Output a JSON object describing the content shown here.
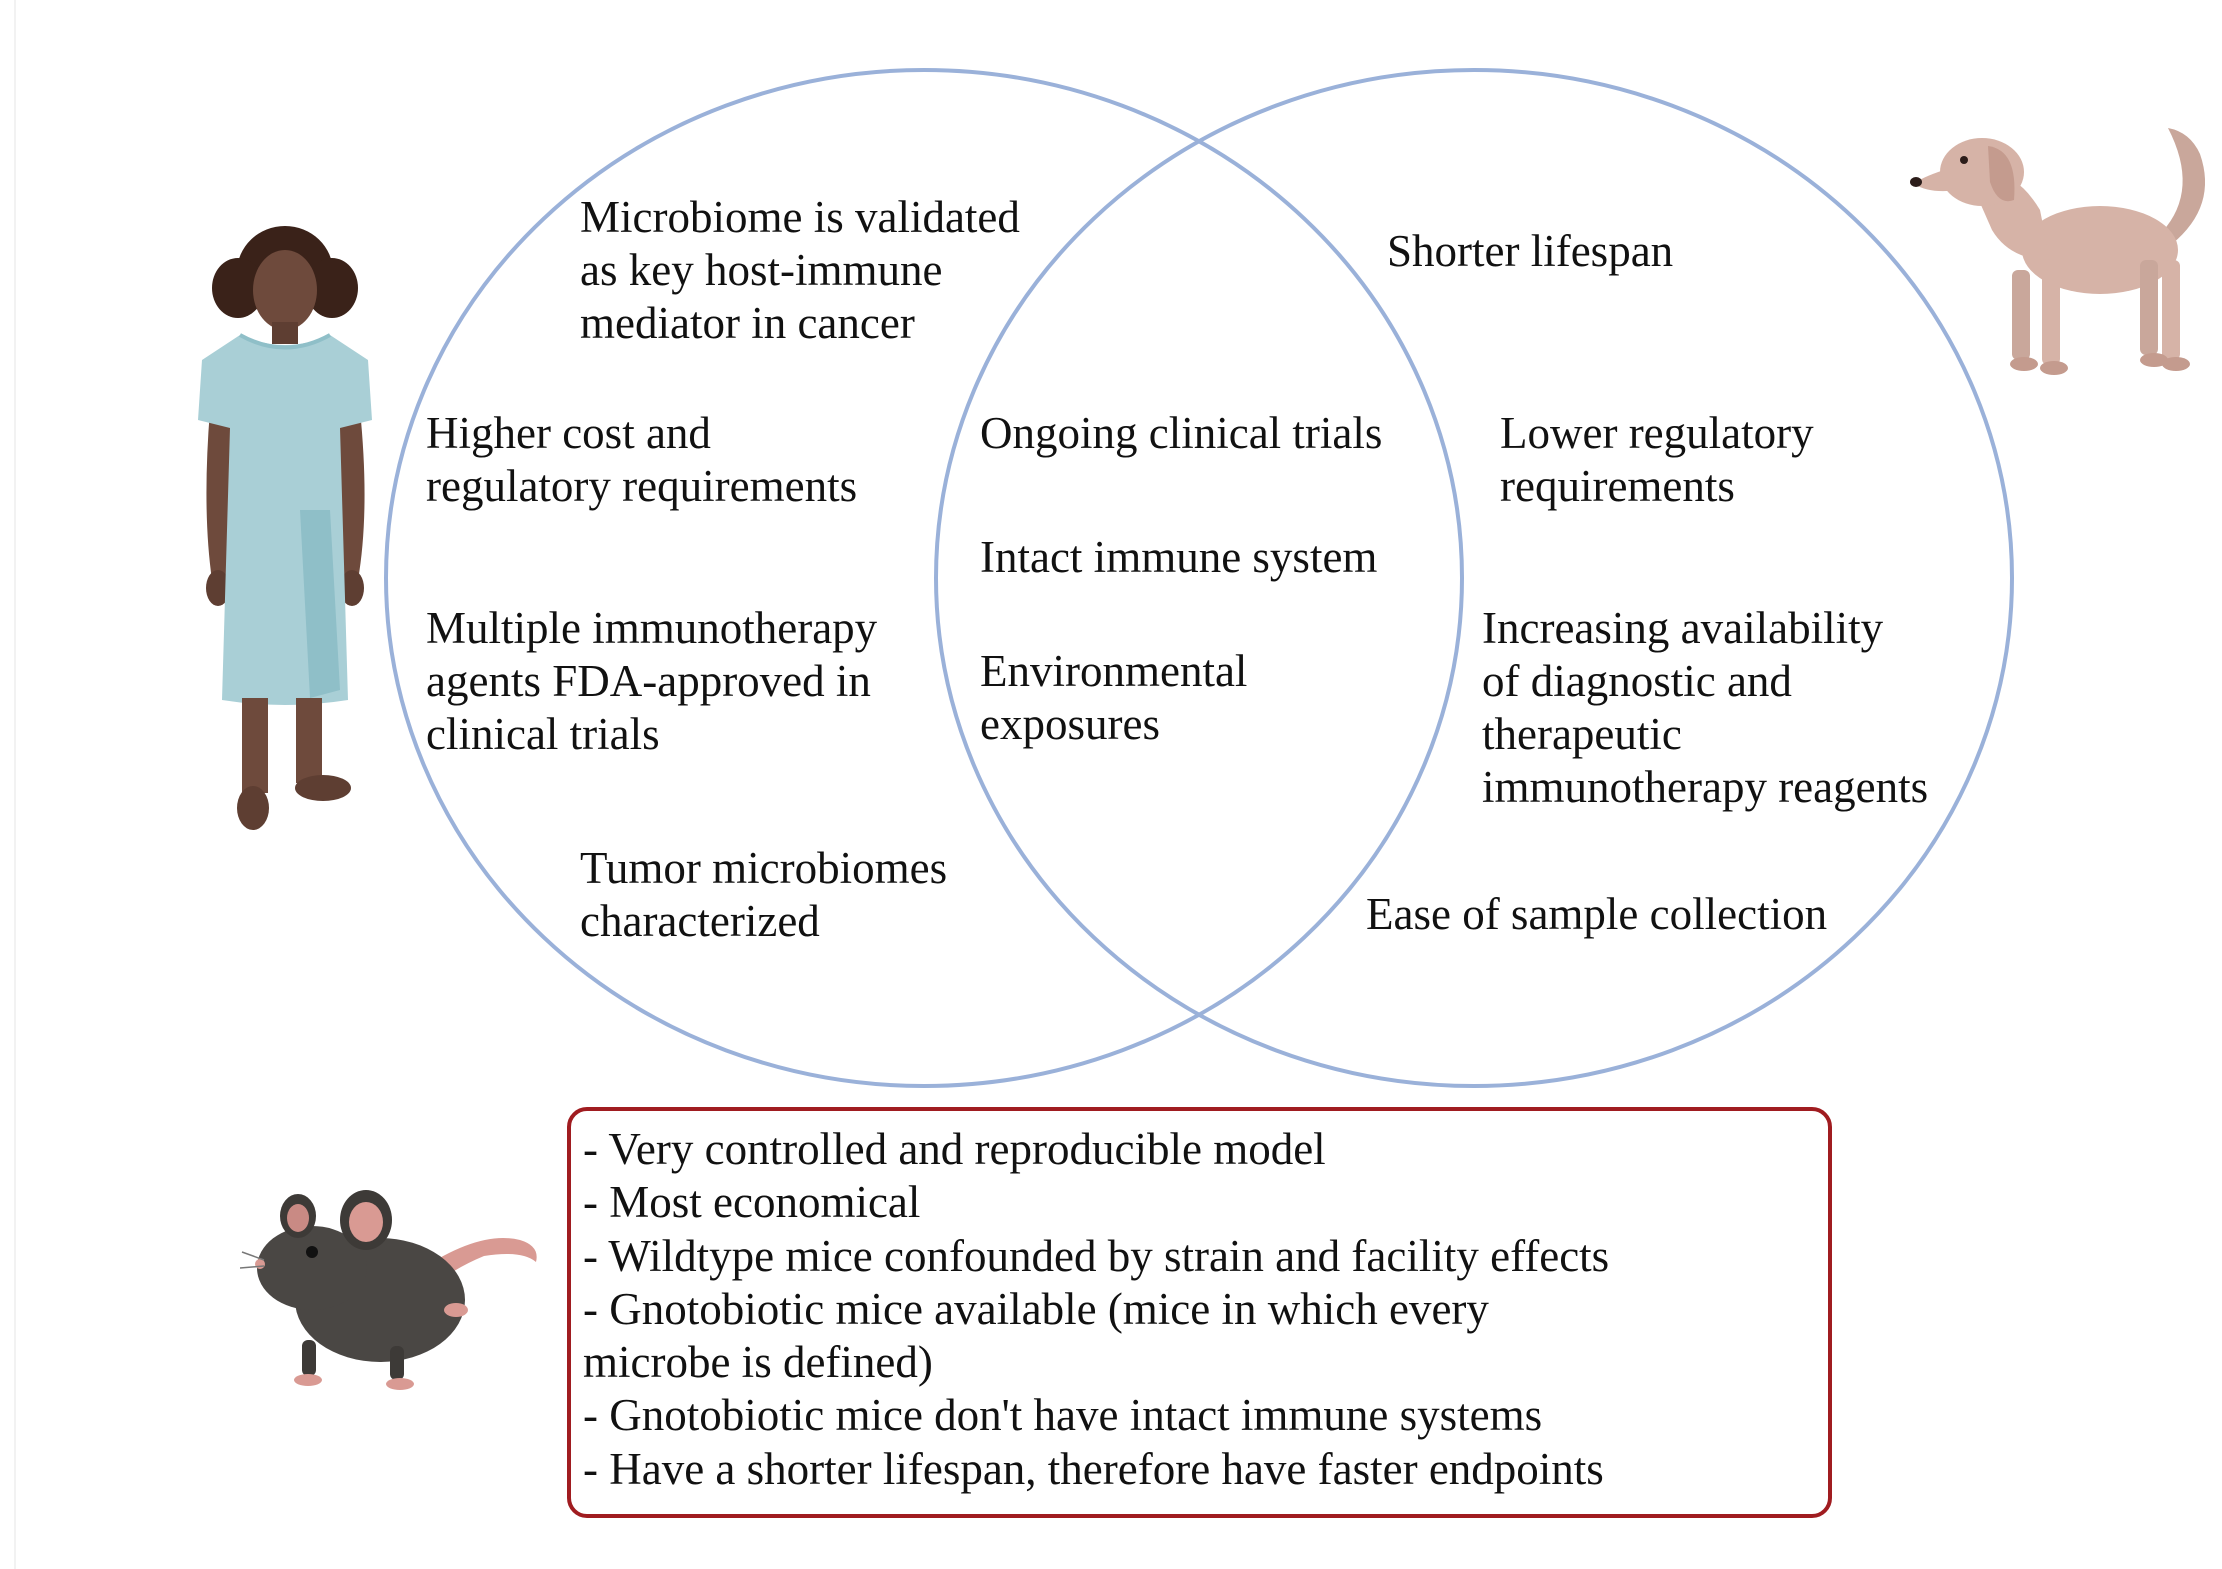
{
  "colors": {
    "circle_stroke": "#9ab1d9",
    "box_border": "#a01c20",
    "text": "#111111"
  },
  "illustrations": {
    "human": "human-patient-in-gown",
    "dog": "dog",
    "mouse": "mouse"
  },
  "human_only": {
    "microbiome": [
      "Microbiome is validated",
      "as key host-immune",
      "mediator in cancer"
    ],
    "cost": [
      "Higher cost and",
      "regulatory requirements"
    ],
    "immunotherapy": [
      "Multiple immunotherapy",
      "agents FDA-approved in",
      "clinical trials"
    ],
    "tumor": [
      "Tumor microbiomes",
      "characterized"
    ]
  },
  "shared": {
    "trials": [
      "Ongoing clinical trials"
    ],
    "immune": [
      "Intact immune system"
    ],
    "environment": [
      "Environmental",
      "exposures"
    ]
  },
  "dog_only": {
    "lifespan": [
      "Shorter lifespan"
    ],
    "regulatory": [
      "Lower regulatory",
      "requirements"
    ],
    "availability": [
      "Increasing availability",
      "of diagnostic and",
      "therapeutic",
      "immunotherapy reagents"
    ],
    "sampling": [
      "Ease of sample collection"
    ]
  },
  "mouse_box": {
    "lines": [
      "- Very controlled and reproducible model",
      "- Most economical",
      "- Wildtype mice confounded by strain and facility effects",
      "- Gnotobiotic mice available (mice in which every",
      "microbe is defined)",
      "- Gnotobiotic mice don't have intact immune systems",
      "- Have a shorter lifespan, therefore have faster endpoints"
    ]
  }
}
